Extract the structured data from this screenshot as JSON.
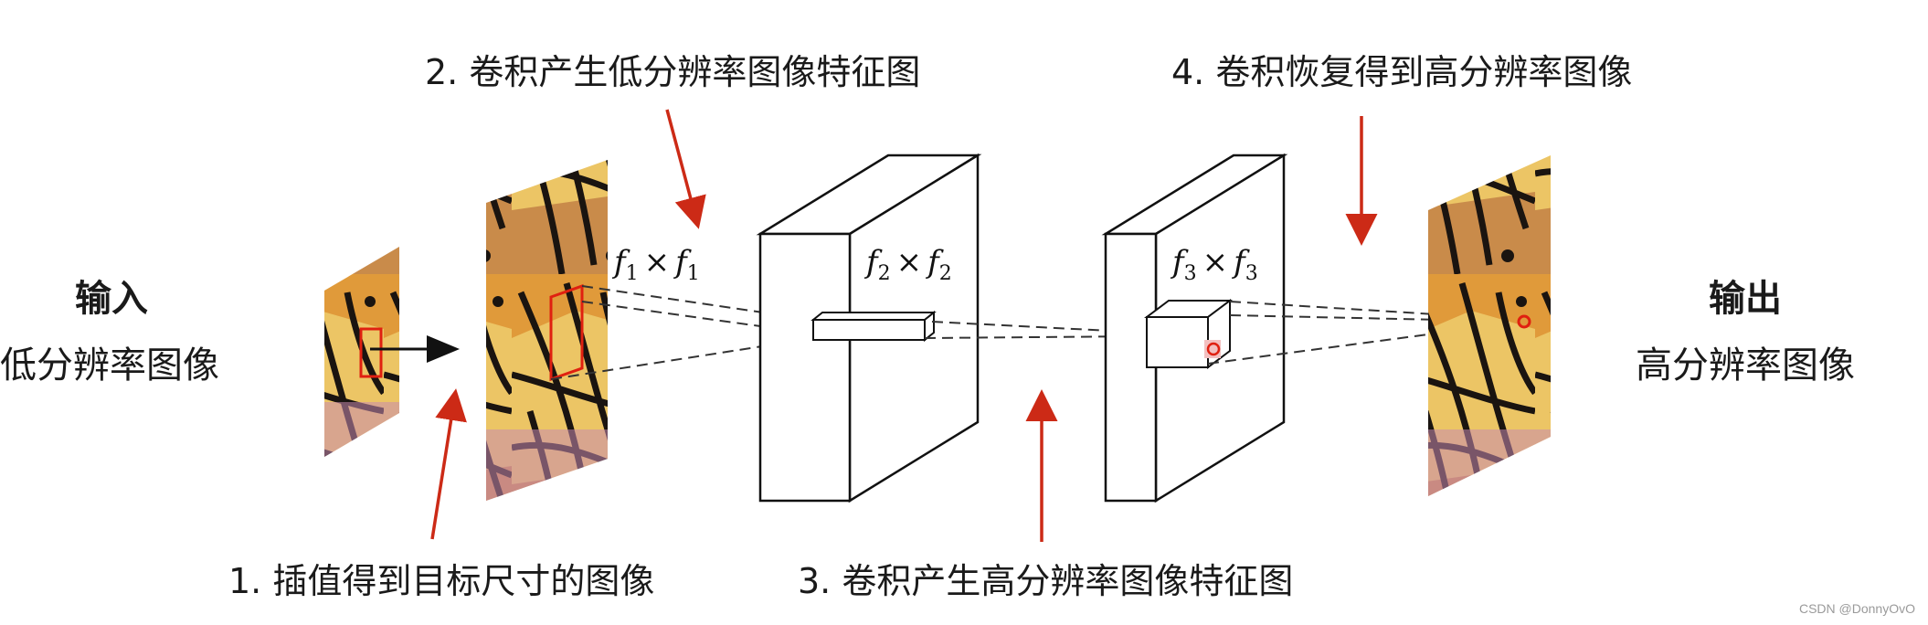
{
  "labels": {
    "input_title": "输入",
    "input_subtitle": "低分辨率图像",
    "output_title": "输出",
    "output_subtitle": "高分辨率图像",
    "step1": "1. 插值得到目标尺寸的图像",
    "step2": "2. 卷积产生低分辨率图像特征图",
    "step3": "3. 卷积产生高分辨率图像特征图",
    "step4": "4. 卷积恢复得到高分辨率图像"
  },
  "kernels": [
    {
      "var": "f",
      "sub": "1",
      "times": "×"
    },
    {
      "var": "f",
      "sub": "2",
      "times": "×"
    },
    {
      "var": "f",
      "sub": "3",
      "times": "×"
    }
  ],
  "watermark": "CSDN @DonnyOvO",
  "colors": {
    "annotation_arrow": "#cc2a16",
    "outline": "#111111",
    "wing_orange": "#e0a040",
    "wing_yellow": "#f0d070",
    "wing_black": "#1a1410"
  }
}
